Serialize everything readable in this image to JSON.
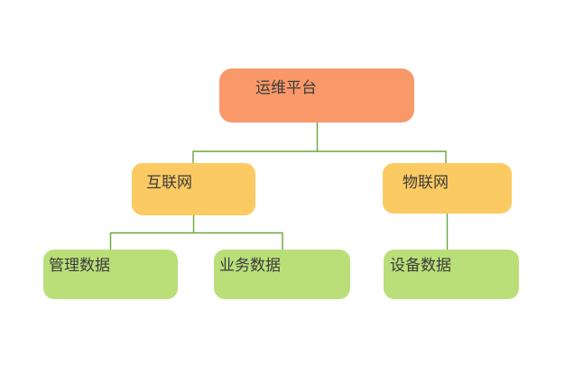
{
  "diagram": {
    "type": "tree",
    "nodes": {
      "root": {
        "label": "运维平台",
        "level": 1
      },
      "internet": {
        "label": "互联网",
        "level": 2
      },
      "iot": {
        "label": "物联网",
        "level": 2
      },
      "management_data": {
        "label": "管理数据",
        "level": 3
      },
      "business_data": {
        "label": "业务数据",
        "level": 3
      },
      "device_data": {
        "label": "设备数据",
        "level": 3
      }
    },
    "edges": [
      {
        "from": "root",
        "to": "internet"
      },
      {
        "from": "root",
        "to": "iot"
      },
      {
        "from": "internet",
        "to": "management_data"
      },
      {
        "from": "internet",
        "to": "business_data"
      },
      {
        "from": "iot",
        "to": "device_data"
      }
    ]
  },
  "colors": {
    "background": "#FFFFFF",
    "root_fill": "#F9996A",
    "level2_fill": "#FCCA62",
    "level3_fill": "#BADF79",
    "connector": "#68A63C",
    "text": "#3B3B3B"
  }
}
